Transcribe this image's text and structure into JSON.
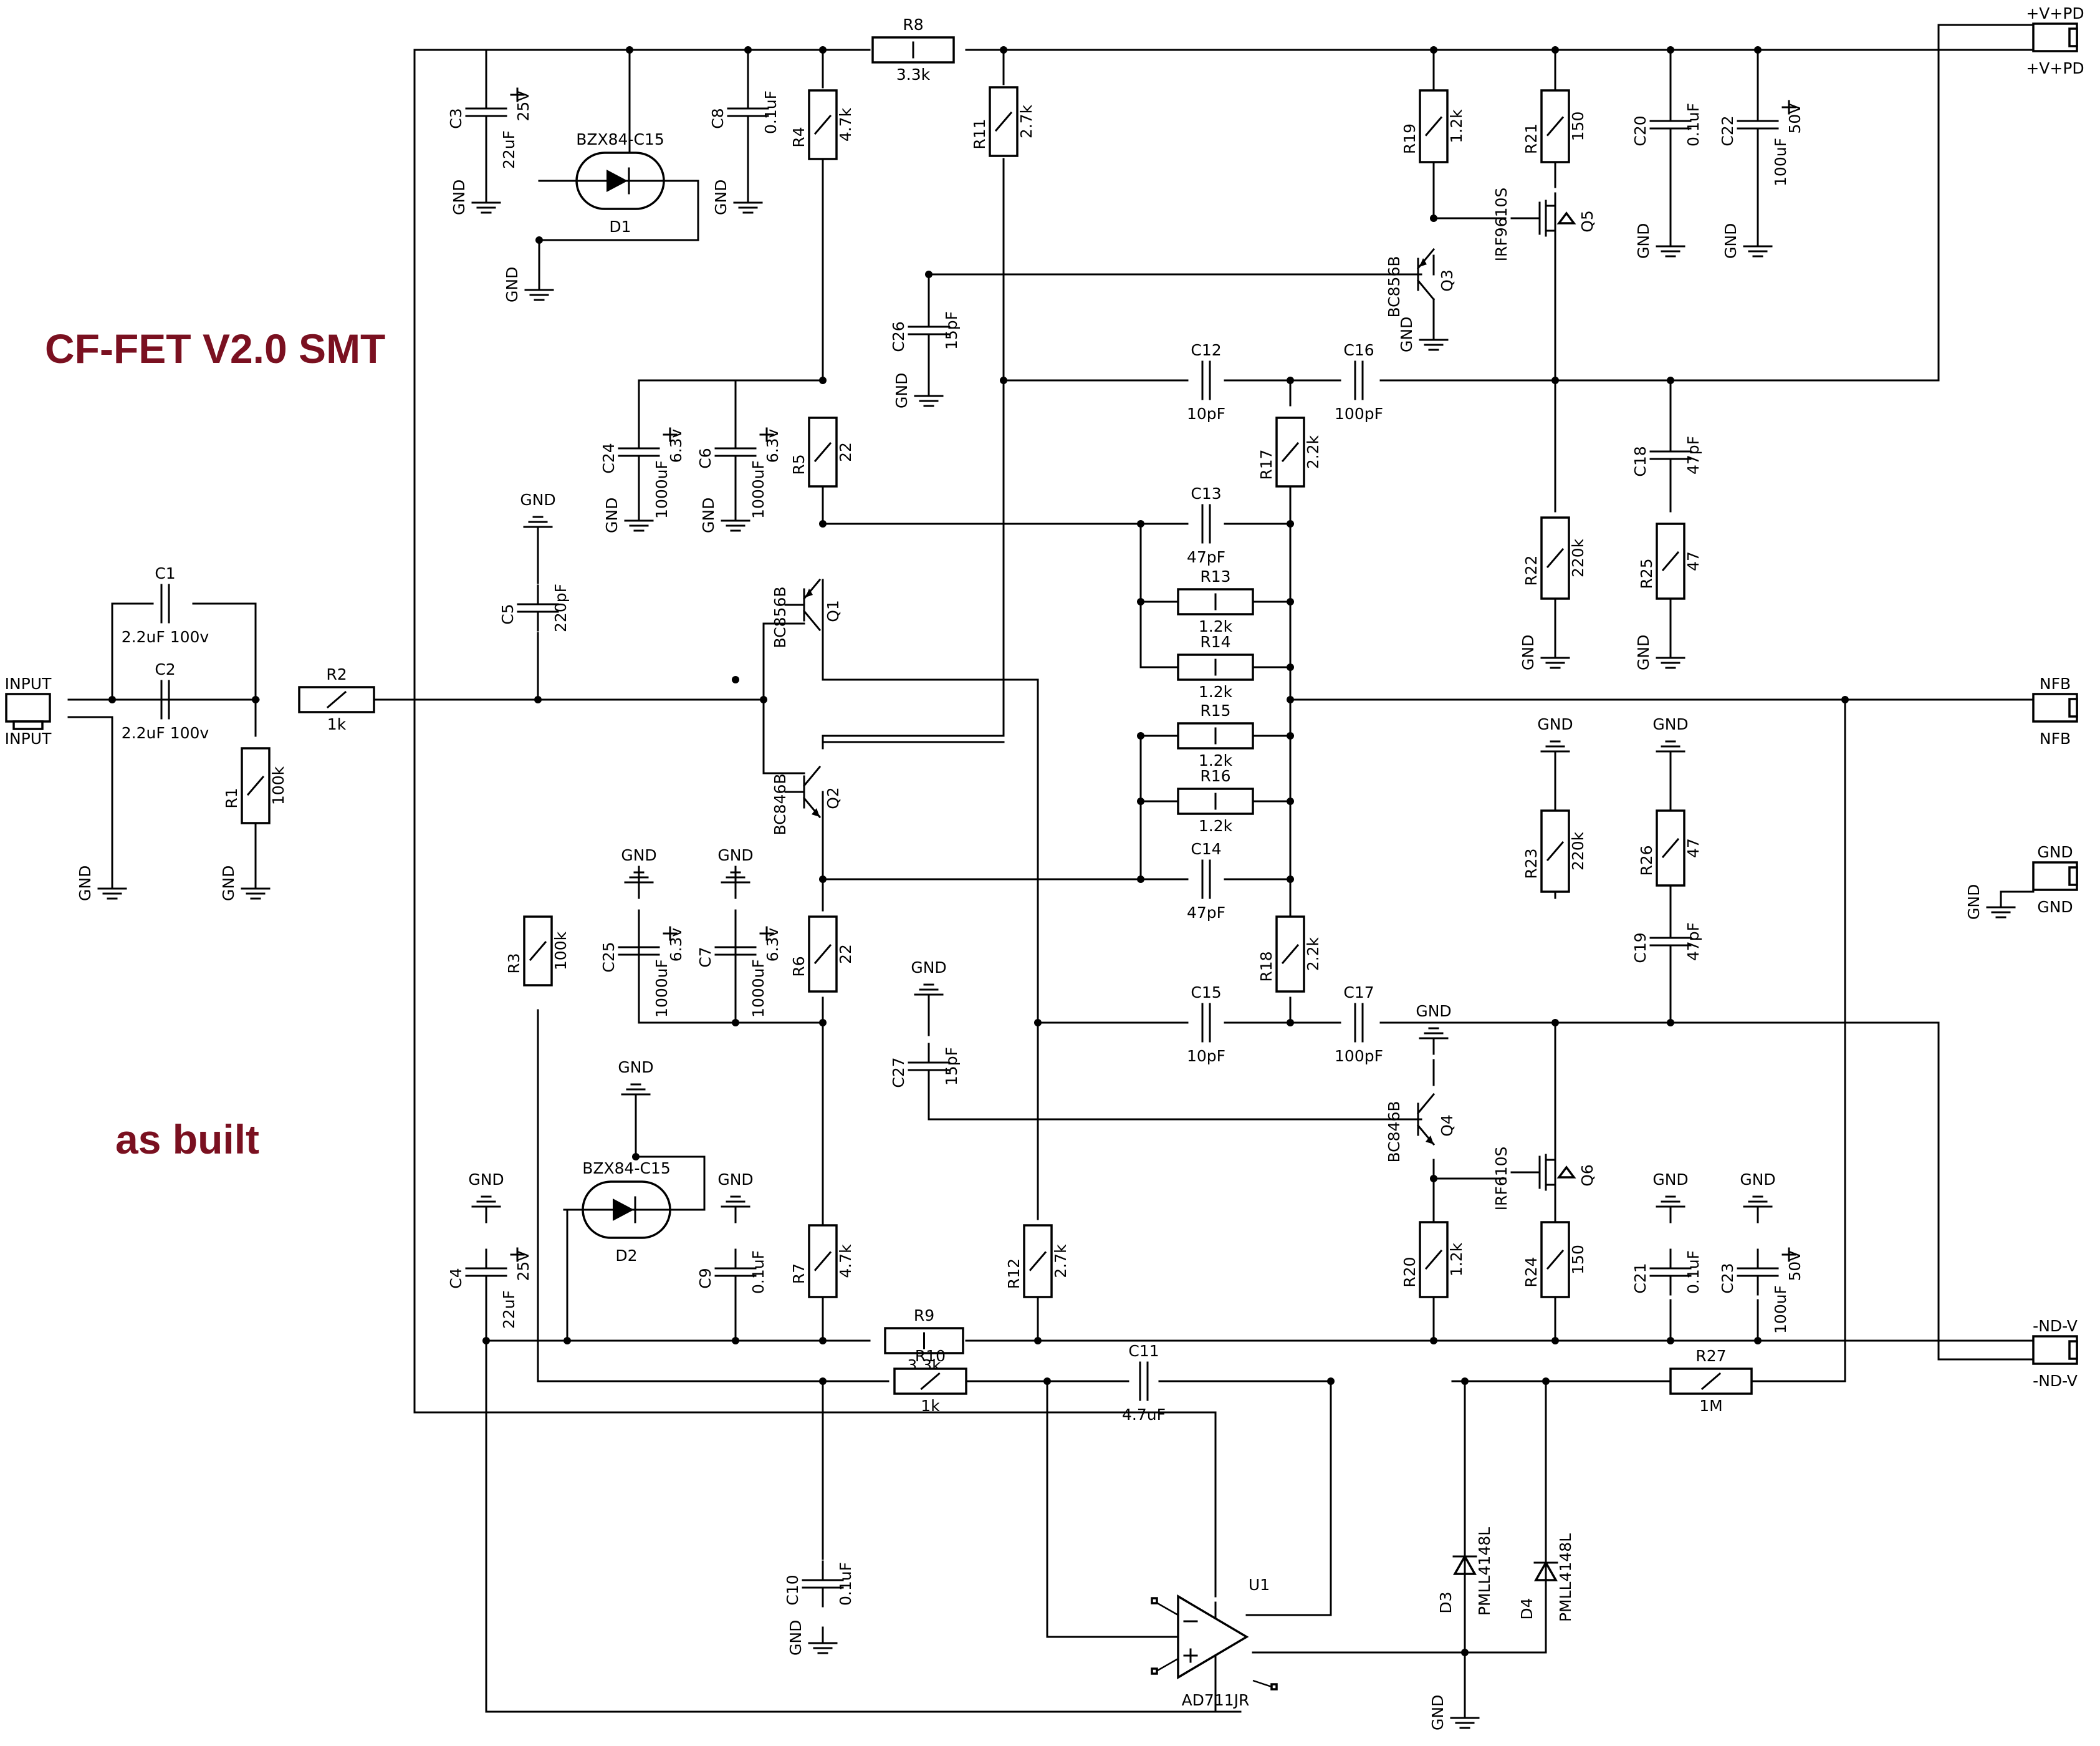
{
  "title": "CF-FET V2.0 SMT",
  "subtitle": "as built",
  "colors": {
    "title": "#7a1020",
    "wire": "#000000"
  },
  "connectors": {
    "input": {
      "top": "INPUT",
      "bottom": "INPUT"
    },
    "vpd": {
      "top": "+V+PD",
      "bottom": "+V+PD"
    },
    "nfb": {
      "top": "NFB",
      "bottom": "NFB"
    },
    "gnd": {
      "top": "GND",
      "bottom": "GND"
    },
    "ndv": {
      "top": "-ND-V",
      "bottom": "-ND-V"
    }
  },
  "resistors": {
    "R1": {
      "name": "R1",
      "value": "100k"
    },
    "R2": {
      "name": "R2",
      "value": "1k"
    },
    "R3": {
      "name": "R3",
      "value": "100k"
    },
    "R4": {
      "name": "R4",
      "value": "4.7k"
    },
    "R5": {
      "name": "R5",
      "value": "22"
    },
    "R6": {
      "name": "R6",
      "value": "22"
    },
    "R7": {
      "name": "R7",
      "value": "4.7k"
    },
    "R8": {
      "name": "R8",
      "value": "3.3k"
    },
    "R9": {
      "name": "R9",
      "value": "3.3k"
    },
    "R10": {
      "name": "R10",
      "value": "1k"
    },
    "R11": {
      "name": "R11",
      "value": "2.7k"
    },
    "R12": {
      "name": "R12",
      "value": "2.7k"
    },
    "R13": {
      "name": "R13",
      "value": "1.2k"
    },
    "R14": {
      "name": "R14",
      "value": "1.2k"
    },
    "R15": {
      "name": "R15",
      "value": "1.2k"
    },
    "R16": {
      "name": "R16",
      "value": "1.2k"
    },
    "R17": {
      "name": "R17",
      "value": "2.2k"
    },
    "R18": {
      "name": "R18",
      "value": "2.2k"
    },
    "R19": {
      "name": "R19",
      "value": "1.2k"
    },
    "R20": {
      "name": "R20",
      "value": "1.2k"
    },
    "R21": {
      "name": "R21",
      "value": "150"
    },
    "R22": {
      "name": "R22",
      "value": "220k"
    },
    "R23": {
      "name": "R23",
      "value": "220k"
    },
    "R24": {
      "name": "R24",
      "value": "150"
    },
    "R25": {
      "name": "R25",
      "value": "47"
    },
    "R26": {
      "name": "R26",
      "value": "47"
    },
    "R27": {
      "name": "R27",
      "value": "1M"
    }
  },
  "capacitors": {
    "C1": {
      "name": "C1",
      "value": "2.2uF 100v"
    },
    "C2": {
      "name": "C2",
      "value": "2.2uF 100v"
    },
    "C3": {
      "name": "C3",
      "value": "22uF",
      "rating": "25V"
    },
    "C4": {
      "name": "C4",
      "value": "22uF",
      "rating": "25V"
    },
    "C5": {
      "name": "C5",
      "value": "220pF"
    },
    "C6": {
      "name": "C6",
      "value": "1000uF",
      "rating": "6.3v"
    },
    "C7": {
      "name": "C7",
      "value": "1000uF",
      "rating": "6.3v"
    },
    "C8": {
      "name": "C8",
      "value": "0.1uF"
    },
    "C9": {
      "name": "C9",
      "value": "0.1uF"
    },
    "C10": {
      "name": "C10",
      "value": "0.1uF"
    },
    "C11": {
      "name": "C11",
      "value": "4.7uF"
    },
    "C12": {
      "name": "C12",
      "value": "10pF"
    },
    "C13": {
      "name": "C13",
      "value": "47pF"
    },
    "C14": {
      "name": "C14",
      "value": "47pF"
    },
    "C15": {
      "name": "C15",
      "value": "10pF"
    },
    "C16": {
      "name": "C16",
      "value": "100pF"
    },
    "C17": {
      "name": "C17",
      "value": "100pF"
    },
    "C18": {
      "name": "C18",
      "value": "47pF"
    },
    "C19": {
      "name": "C19",
      "value": "47pF"
    },
    "C20": {
      "name": "C20",
      "value": "0.1uF"
    },
    "C21": {
      "name": "C21",
      "value": "0.1uF"
    },
    "C22": {
      "name": "C22",
      "value": "100uF",
      "rating": "50V"
    },
    "C23": {
      "name": "C23",
      "value": "100uF",
      "rating": "50V"
    },
    "C24": {
      "name": "C24",
      "value": "1000uF",
      "rating": "6.3v"
    },
    "C25": {
      "name": "C25",
      "value": "1000uF",
      "rating": "6.3v"
    },
    "C26": {
      "name": "C26",
      "value": "15pF"
    },
    "C27": {
      "name": "C27",
      "value": "15pF"
    }
  },
  "transistors": {
    "Q1": {
      "name": "Q1",
      "part": "BC856B"
    },
    "Q2": {
      "name": "Q2",
      "part": "BC846B"
    },
    "Q3": {
      "name": "Q3",
      "part": "BC856B"
    },
    "Q4": {
      "name": "Q4",
      "part": "BC846B"
    },
    "Q5": {
      "name": "Q5",
      "part": "IRF9610S"
    },
    "Q6": {
      "name": "Q6",
      "part": "IRF610S"
    }
  },
  "diodes": {
    "D1": {
      "name": "D1",
      "part": "BZX84-C15"
    },
    "D2": {
      "name": "D2",
      "part": "BZX84-C15"
    },
    "D3": {
      "name": "D3",
      "part": "PMLL4148L"
    },
    "D4": {
      "name": "D4",
      "part": "PMLL4148L"
    }
  },
  "opamp": {
    "name": "U1",
    "part": "AD711JR"
  },
  "gnd_label": "GND"
}
